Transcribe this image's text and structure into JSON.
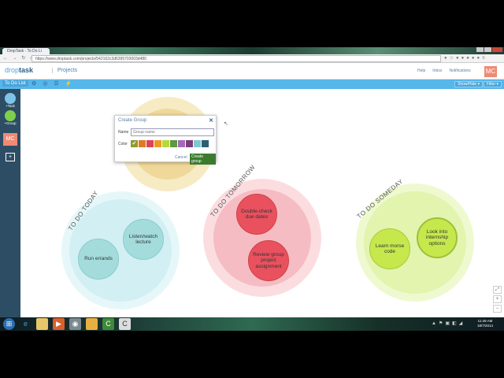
{
  "browser": {
    "tab_title": "DropTask - To Do Li",
    "url": "https://www.droptask.com/projects/542162c3d6395703003d480"
  },
  "header": {
    "logo": "droptask",
    "logo_brand_a": "drop",
    "logo_brand_b": "task",
    "projects": "Projects",
    "links": [
      "Help",
      "Inbox",
      "Notifications"
    ],
    "avatar": "MC"
  },
  "toolbar": {
    "list_name": "To Do List",
    "btn1": "Show/Hide ▾",
    "btn2": "Filter ▾"
  },
  "sidebar": {
    "add_task": "+Task",
    "add_group": "+Group",
    "avatar": "MC"
  },
  "groups": [
    {
      "label": "",
      "color": "#f0dca0"
    },
    {
      "label": "TO DO TODAY",
      "color": "#d7f1f4",
      "tasks": [
        "Listen/watch lecture",
        "Run errands"
      ]
    },
    {
      "label": "TO DO TOMORROW",
      "color": "#f7c9ce",
      "tasks": [
        "Double-check due dates",
        "Review group project assignment"
      ]
    },
    {
      "label": "TO DO SOMEDAY",
      "color": "#e6f5b8",
      "tasks": [
        "Learn morse code",
        "Look into internship options"
      ]
    }
  ],
  "dialog": {
    "title": "Create Group",
    "name_label": "Name",
    "name_placeholder": "Group name",
    "color_label": "Color",
    "colors": [
      "#8f9a2c",
      "#e07a27",
      "#d9445a",
      "#eb9a2a",
      "#b8d83a",
      "#5c9a3c",
      "#a46ab8",
      "#7b3d7a",
      "#7fc8d0",
      "#2e5f70"
    ],
    "cancel": "Cancel",
    "create": "Create group"
  },
  "taskbar": {
    "time": "11:49 AM",
    "date": "18/7/2014"
  }
}
